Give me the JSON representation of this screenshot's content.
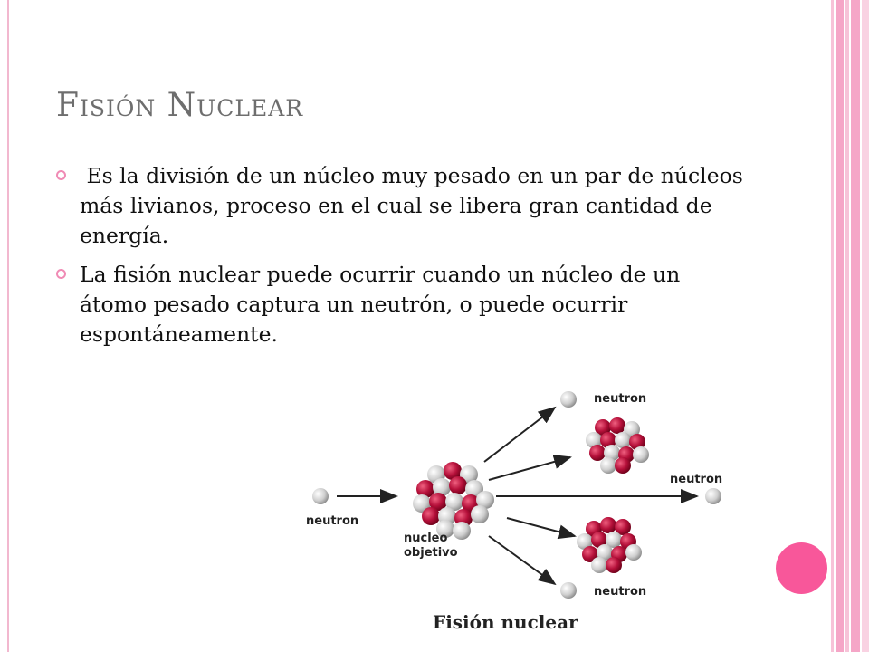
{
  "slide": {
    "title": "Fisión Nuclear",
    "bullets": [
      " Es la división de un núcleo muy pesado en un par de núcleos más livianos, proceso en el cual se libera gran cantidad de energía.",
      "La fisión nuclear puede ocurrir cuando un núcleo de un átomo pesado captura un neutrón, o puede ocurrir espontáneamente."
    ]
  },
  "diagram": {
    "label_incoming": "neutron",
    "label_top": "neutron",
    "label_middle": "neutron",
    "label_bottom": "neutron",
    "label_target_line1": "nucleo",
    "label_target_line2": "objetivo",
    "caption": "Fisión nuclear"
  },
  "colors": {
    "accent_pink": "#f8579a",
    "frame_pink": "#f2b8cf",
    "title_gray": "#6e6e6e",
    "proton_red": "#b5103a",
    "neutron_gray": "#d9d9d9"
  }
}
